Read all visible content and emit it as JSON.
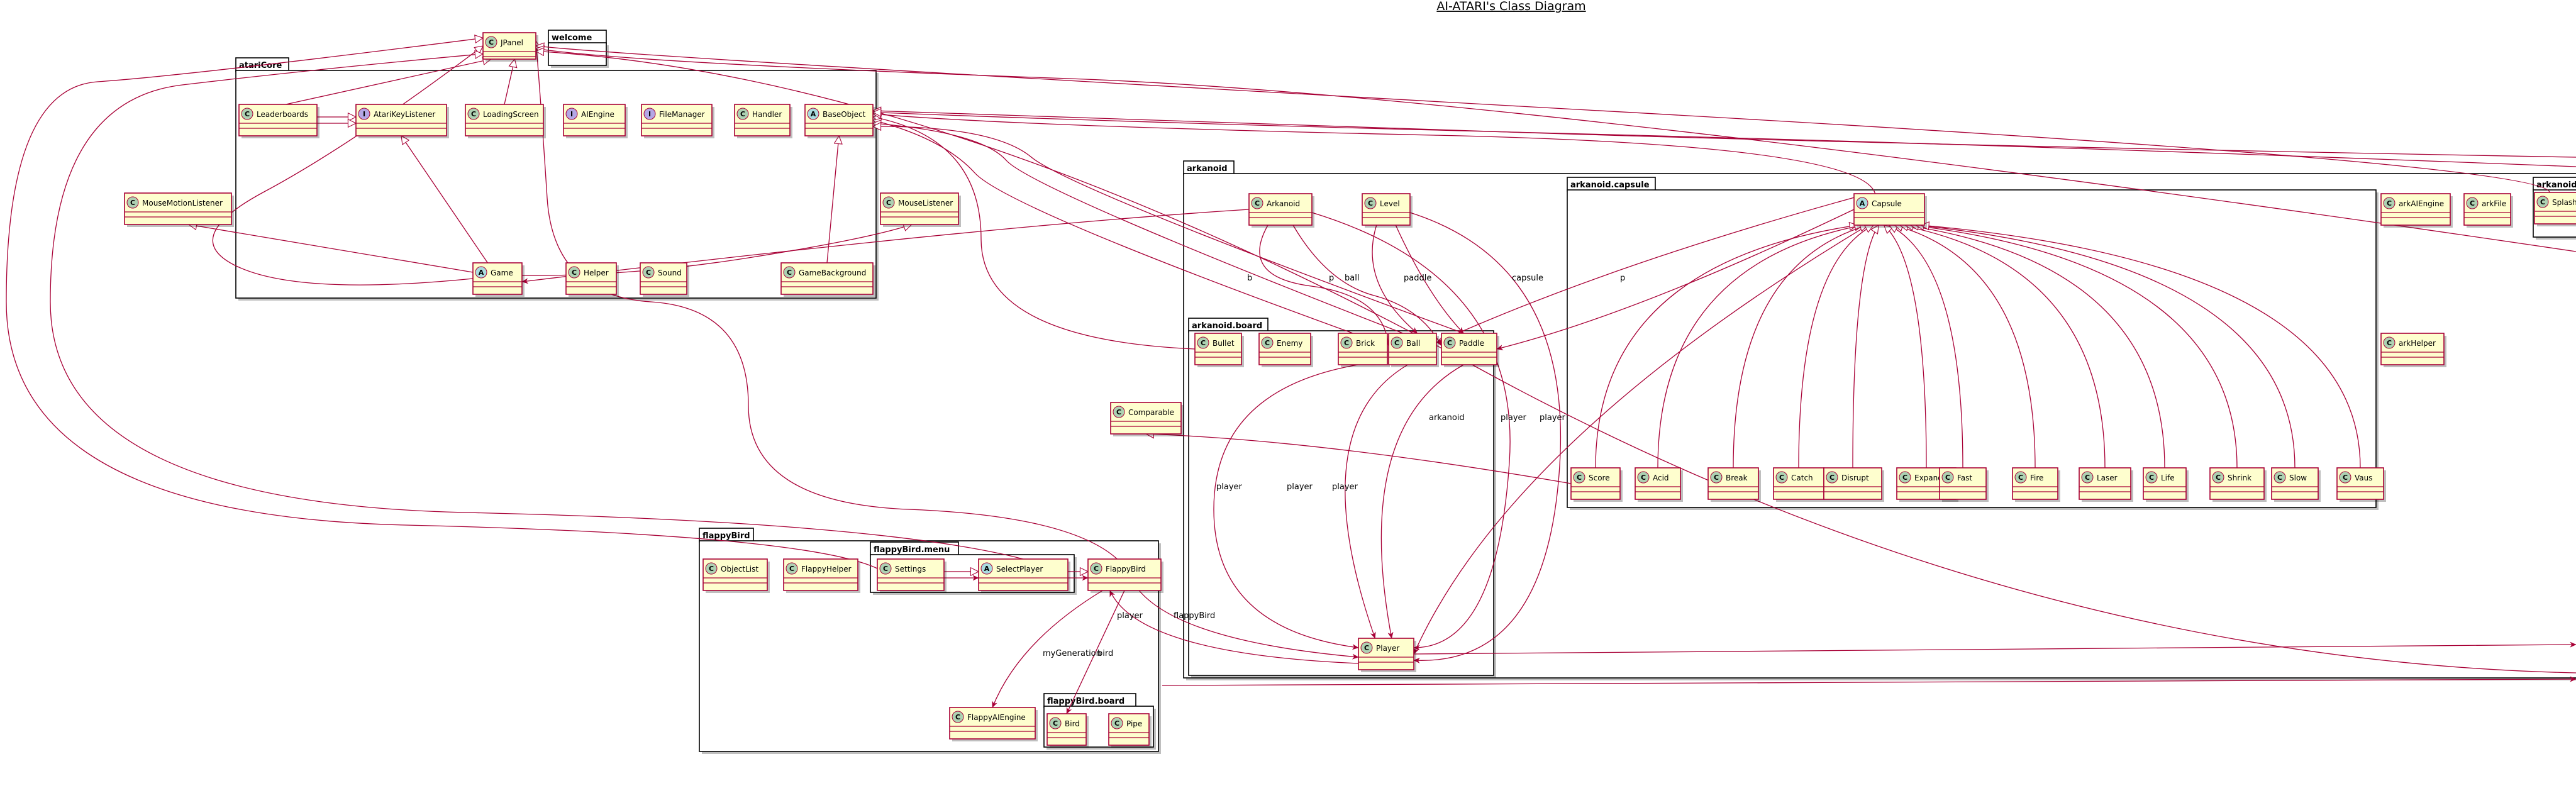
{
  "diagram": {
    "title": "AI-ATARI's Class Diagram",
    "packages": [
      {
        "id": "welcome",
        "label": "welcome"
      },
      {
        "id": "atariCore",
        "label": "atariCore"
      },
      {
        "id": "arkanoid",
        "label": "arkanoid"
      },
      {
        "id": "arkanoid_capsule",
        "label": "arkanoid.capsule"
      },
      {
        "id": "arkanoid_board",
        "label": "arkanoid.board"
      },
      {
        "id": "flappyBird",
        "label": "flappyBird"
      },
      {
        "id": "flappyBird_menu",
        "label": "flappyBird.menu"
      },
      {
        "id": "flappyBird_board",
        "label": "flappyBird.board"
      },
      {
        "id": "arkanoid_cut",
        "label": "arkanoid"
      }
    ],
    "classes": [
      {
        "id": "JPanel",
        "name": "JPanel",
        "kind": "C"
      },
      {
        "id": "Leaderboards",
        "name": "Leaderboards",
        "kind": "C"
      },
      {
        "id": "AtariKeyListener",
        "name": "AtariKeyListener",
        "kind": "I"
      },
      {
        "id": "LoadingScreen",
        "name": "LoadingScreen",
        "kind": "C"
      },
      {
        "id": "AIEngine",
        "name": "AIEngine",
        "kind": "I"
      },
      {
        "id": "FileManager",
        "name": "FileManager",
        "kind": "I"
      },
      {
        "id": "Handler",
        "name": "Handler",
        "kind": "C"
      },
      {
        "id": "BaseObject",
        "name": "BaseObject",
        "kind": "A"
      },
      {
        "id": "MouseMotionListener",
        "name": "MouseMotionListener",
        "kind": "C"
      },
      {
        "id": "MouseListener",
        "name": "MouseListener",
        "kind": "C"
      },
      {
        "id": "Game",
        "name": "Game",
        "kind": "A"
      },
      {
        "id": "Helper",
        "name": "Helper",
        "kind": "C"
      },
      {
        "id": "Sound",
        "name": "Sound",
        "kind": "C"
      },
      {
        "id": "GameBackground",
        "name": "GameBackground",
        "kind": "C"
      },
      {
        "id": "Arkanoid",
        "name": "Arkanoid",
        "kind": "C"
      },
      {
        "id": "Level",
        "name": "Level",
        "kind": "C"
      },
      {
        "id": "Capsule",
        "name": "Capsule",
        "kind": "A"
      },
      {
        "id": "arkAIEngine",
        "name": "arkAIEngine",
        "kind": "C"
      },
      {
        "id": "arkFile",
        "name": "arkFile",
        "kind": "C"
      },
      {
        "id": "Splash",
        "name": "Splash",
        "kind": "C"
      },
      {
        "id": "arkHelper",
        "name": "arkHelper",
        "kind": "C"
      },
      {
        "id": "Bullet",
        "name": "Bullet",
        "kind": "C"
      },
      {
        "id": "Enemy",
        "name": "Enemy",
        "kind": "C"
      },
      {
        "id": "Brick",
        "name": "Brick",
        "kind": "C"
      },
      {
        "id": "Ball",
        "name": "Ball",
        "kind": "C"
      },
      {
        "id": "Paddle",
        "name": "Paddle",
        "kind": "C"
      },
      {
        "id": "Comparable",
        "name": "Comparable",
        "kind": "C"
      },
      {
        "id": "Score",
        "name": "Score",
        "kind": "C"
      },
      {
        "id": "Acid",
        "name": "Acid",
        "kind": "C"
      },
      {
        "id": "Break",
        "name": "Break",
        "kind": "C"
      },
      {
        "id": "Catch",
        "name": "Catch",
        "kind": "C"
      },
      {
        "id": "Disrupt",
        "name": "Disrupt",
        "kind": "C"
      },
      {
        "id": "Expand",
        "name": "Expand",
        "kind": "C"
      },
      {
        "id": "Fast",
        "name": "Fast",
        "kind": "C"
      },
      {
        "id": "Fire",
        "name": "Fire",
        "kind": "C"
      },
      {
        "id": "Laser",
        "name": "Laser",
        "kind": "C"
      },
      {
        "id": "Life",
        "name": "Life",
        "kind": "C"
      },
      {
        "id": "Shrink",
        "name": "Shrink",
        "kind": "C"
      },
      {
        "id": "Slow",
        "name": "Slow",
        "kind": "C"
      },
      {
        "id": "Vaus",
        "name": "Vaus",
        "kind": "C"
      },
      {
        "id": "Player",
        "name": "Player",
        "kind": "C"
      },
      {
        "id": "ObjectList",
        "name": "ObjectList",
        "kind": "C"
      },
      {
        "id": "FlappyHelper",
        "name": "FlappyHelper",
        "kind": "C"
      },
      {
        "id": "Settings",
        "name": "Settings",
        "kind": "C"
      },
      {
        "id": "SelectPlayer",
        "name": "SelectPlayer",
        "kind": "A"
      },
      {
        "id": "FlappyBird",
        "name": "FlappyBird",
        "kind": "C"
      },
      {
        "id": "FlappyAIEngine",
        "name": "FlappyAIEngine",
        "kind": "C"
      },
      {
        "id": "Bird",
        "name": "Bird",
        "kind": "C"
      },
      {
        "id": "Pipe",
        "name": "Pipe",
        "kind": "C"
      }
    ],
    "edge_labels": [
      {
        "id": "lbl_b",
        "text": "b"
      },
      {
        "id": "lbl_p1",
        "text": "p"
      },
      {
        "id": "lbl_ball",
        "text": "ball"
      },
      {
        "id": "lbl_paddle",
        "text": "paddle"
      },
      {
        "id": "lbl_capsule",
        "text": "capsule"
      },
      {
        "id": "lbl_p2",
        "text": "p"
      },
      {
        "id": "lbl_arkanoid",
        "text": "arkanoid"
      },
      {
        "id": "lbl_player1",
        "text": "player"
      },
      {
        "id": "lbl_player2",
        "text": "player"
      },
      {
        "id": "lbl_player3",
        "text": "player"
      },
      {
        "id": "lbl_player4",
        "text": "player"
      },
      {
        "id": "lbl_player5",
        "text": "player"
      },
      {
        "id": "lbl_player6",
        "text": "player"
      },
      {
        "id": "lbl_flappyBird",
        "text": "flappyBird"
      },
      {
        "id": "lbl_myGeneration",
        "text": "myGeneration"
      },
      {
        "id": "lbl_bird",
        "text": "bird"
      }
    ]
  }
}
